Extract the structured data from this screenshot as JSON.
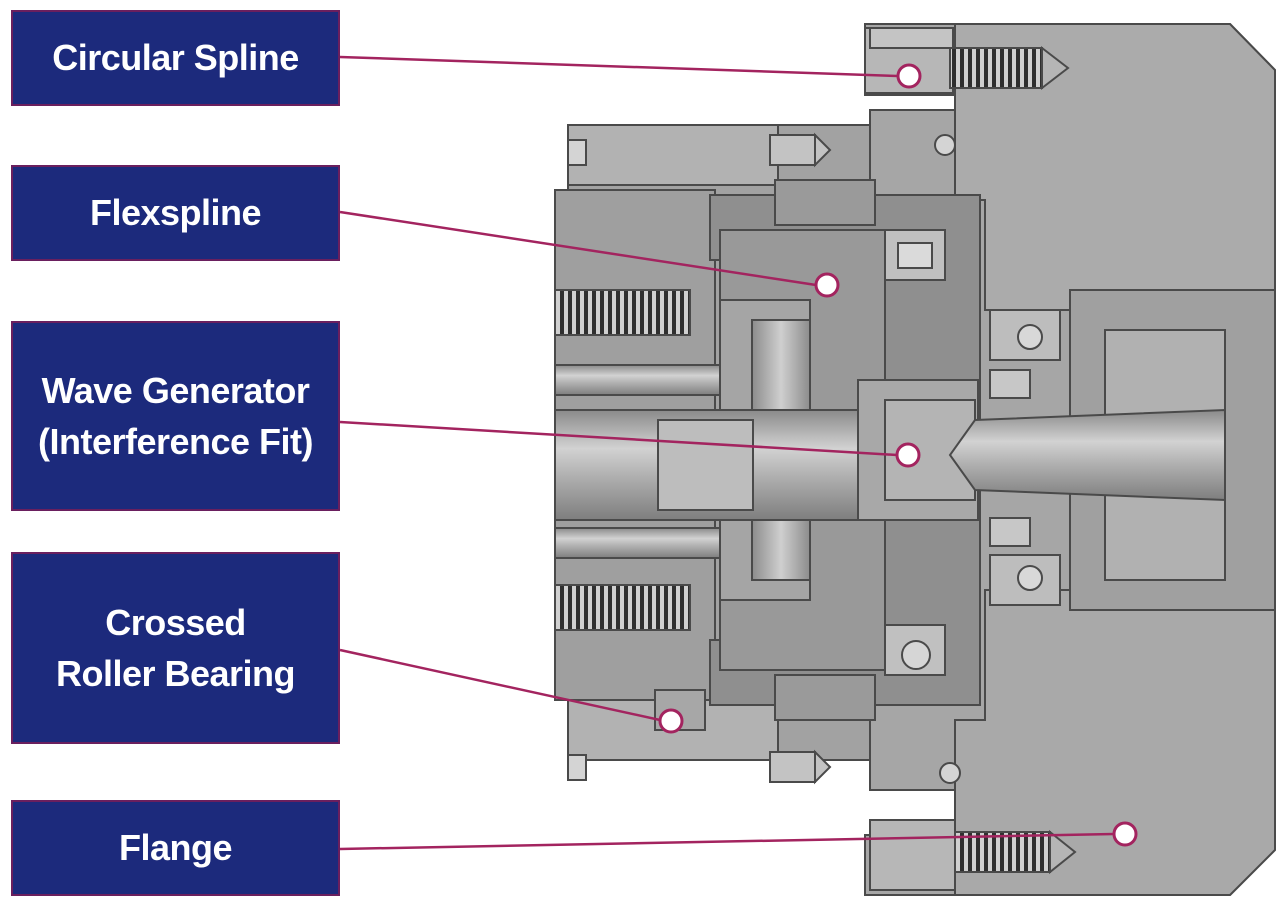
{
  "colors": {
    "label_bg": "#1c2a7c",
    "label_border": "#6a1f5e",
    "label_text": "#ffffff",
    "leader": "#a3245f",
    "marker_fill": "#ffffff",
    "metal_light": "#b9b9b9",
    "metal_mid": "#9d9d9d",
    "metal_dark": "#7c7c7c",
    "outline": "#4a4a4a"
  },
  "labels": [
    {
      "id": "circular-spline",
      "lines": [
        "Circular Spline"
      ]
    },
    {
      "id": "flexspline",
      "lines": [
        "Flexspline"
      ]
    },
    {
      "id": "wave-generator",
      "lines": [
        "Wave Generator",
        "(Interference Fit)"
      ]
    },
    {
      "id": "crossed-roller-bearing",
      "lines": [
        "Crossed",
        "Roller Bearing"
      ]
    },
    {
      "id": "flange",
      "lines": [
        "Flange"
      ]
    }
  ]
}
